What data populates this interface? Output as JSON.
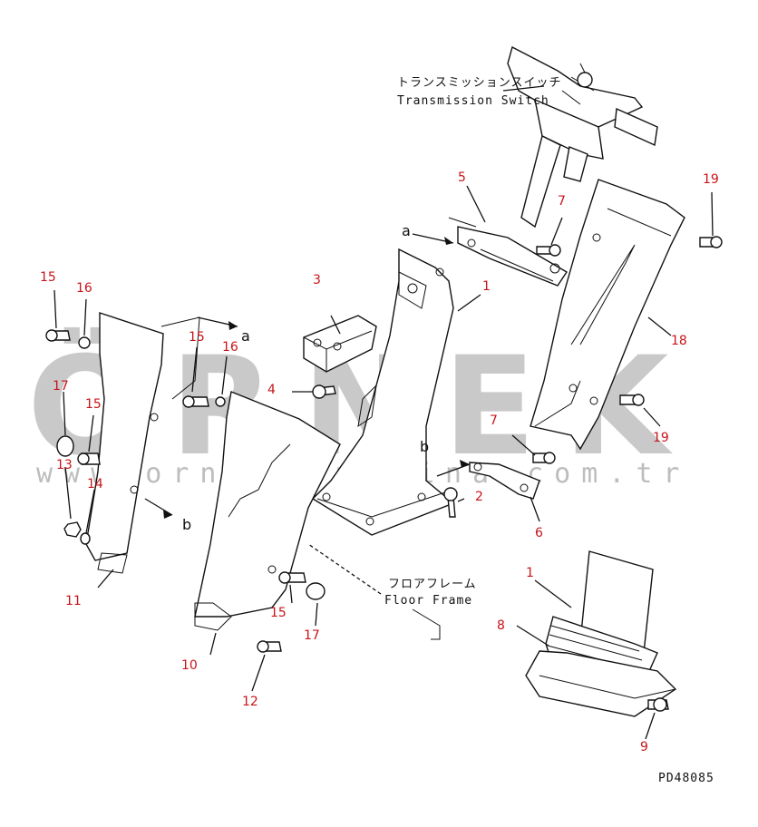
{
  "watermark": {
    "brand": "ÖRNEK",
    "url": "www.ornekismakina.com.tr",
    "accent_color": "#e8b81c",
    "text_color": "#c9c9c9"
  },
  "annotations": {
    "transmission_switch_jp": "トランスミッションスイッチ",
    "transmission_switch_en": "Transmission Switch",
    "floor_frame_jp": "フロアフレーム",
    "floor_frame_en": "Floor Frame",
    "drawing_code": "PD48085"
  },
  "ref_letters": {
    "a_left": "a",
    "a_right": "a",
    "b_left": "b",
    "b_right": "b"
  },
  "part_labels": [
    {
      "id": "p1a",
      "text": "1"
    },
    {
      "id": "p1b",
      "text": "1"
    },
    {
      "id": "p2",
      "text": "2"
    },
    {
      "id": "p3",
      "text": "3"
    },
    {
      "id": "p4",
      "text": "4"
    },
    {
      "id": "p5",
      "text": "5"
    },
    {
      "id": "p6",
      "text": "6"
    },
    {
      "id": "p7a",
      "text": "7"
    },
    {
      "id": "p7b",
      "text": "7"
    },
    {
      "id": "p8",
      "text": "8"
    },
    {
      "id": "p9",
      "text": "9"
    },
    {
      "id": "p10",
      "text": "10"
    },
    {
      "id": "p11",
      "text": "11"
    },
    {
      "id": "p12",
      "text": "12"
    },
    {
      "id": "p13",
      "text": "13"
    },
    {
      "id": "p14",
      "text": "14"
    },
    {
      "id": "p15a",
      "text": "15"
    },
    {
      "id": "p15b",
      "text": "15"
    },
    {
      "id": "p15c",
      "text": "15"
    },
    {
      "id": "p15d",
      "text": "15"
    },
    {
      "id": "p16a",
      "text": "16"
    },
    {
      "id": "p16b",
      "text": "16"
    },
    {
      "id": "p17a",
      "text": "17"
    },
    {
      "id": "p17b",
      "text": "17"
    },
    {
      "id": "p18",
      "text": "18"
    },
    {
      "id": "p19a",
      "text": "19"
    },
    {
      "id": "p19b",
      "text": "19"
    }
  ],
  "label_color": "#c8141a"
}
